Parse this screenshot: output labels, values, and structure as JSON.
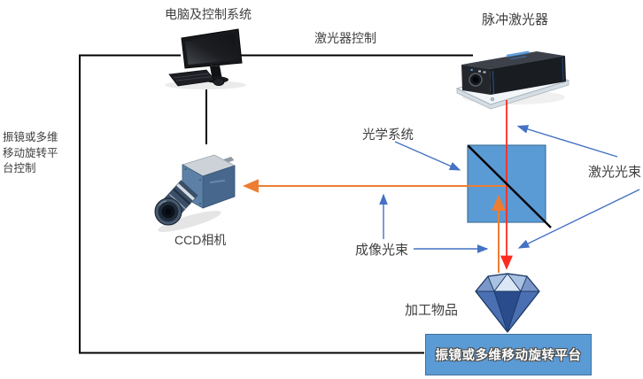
{
  "diagram": {
    "computer_label": "电脑及控制系统",
    "laser_label": "脉冲激光器",
    "laser_control_label": "激光器控制",
    "optical_system_label": "光学系统",
    "laser_beam_label": "激光光束",
    "imaging_beam_label": "成像光束",
    "camera_label": "CCD相机",
    "workpiece_label": "加工物品",
    "platform_label": "振镜或多维移动旋转平台",
    "platform_control_label": {
      "line1": "振镜或多维",
      "line2": "移动旋转平",
      "line3": "台控制"
    },
    "icons": {
      "computer": "monitor-keyboard-mouse-icon",
      "laser": "pulsed-laser-device-icon",
      "camera": "ccd-camera-icon",
      "splitter": "beam-splitter-cube-icon",
      "workpiece": "diamond-icon"
    },
    "colors": {
      "splitter_fill": "#5B9BD5",
      "splitter_border": "#41719C",
      "platform_fill": "#5B9BD5",
      "platform_border": "#41719C",
      "pointer_blue": "#4472C4",
      "beam_orange": "#ED7D31",
      "beam_red": "#FF2B20",
      "control_line": "#000000",
      "label_text": "#3F3F3F",
      "platform_text": "#FFFFFF"
    }
  }
}
